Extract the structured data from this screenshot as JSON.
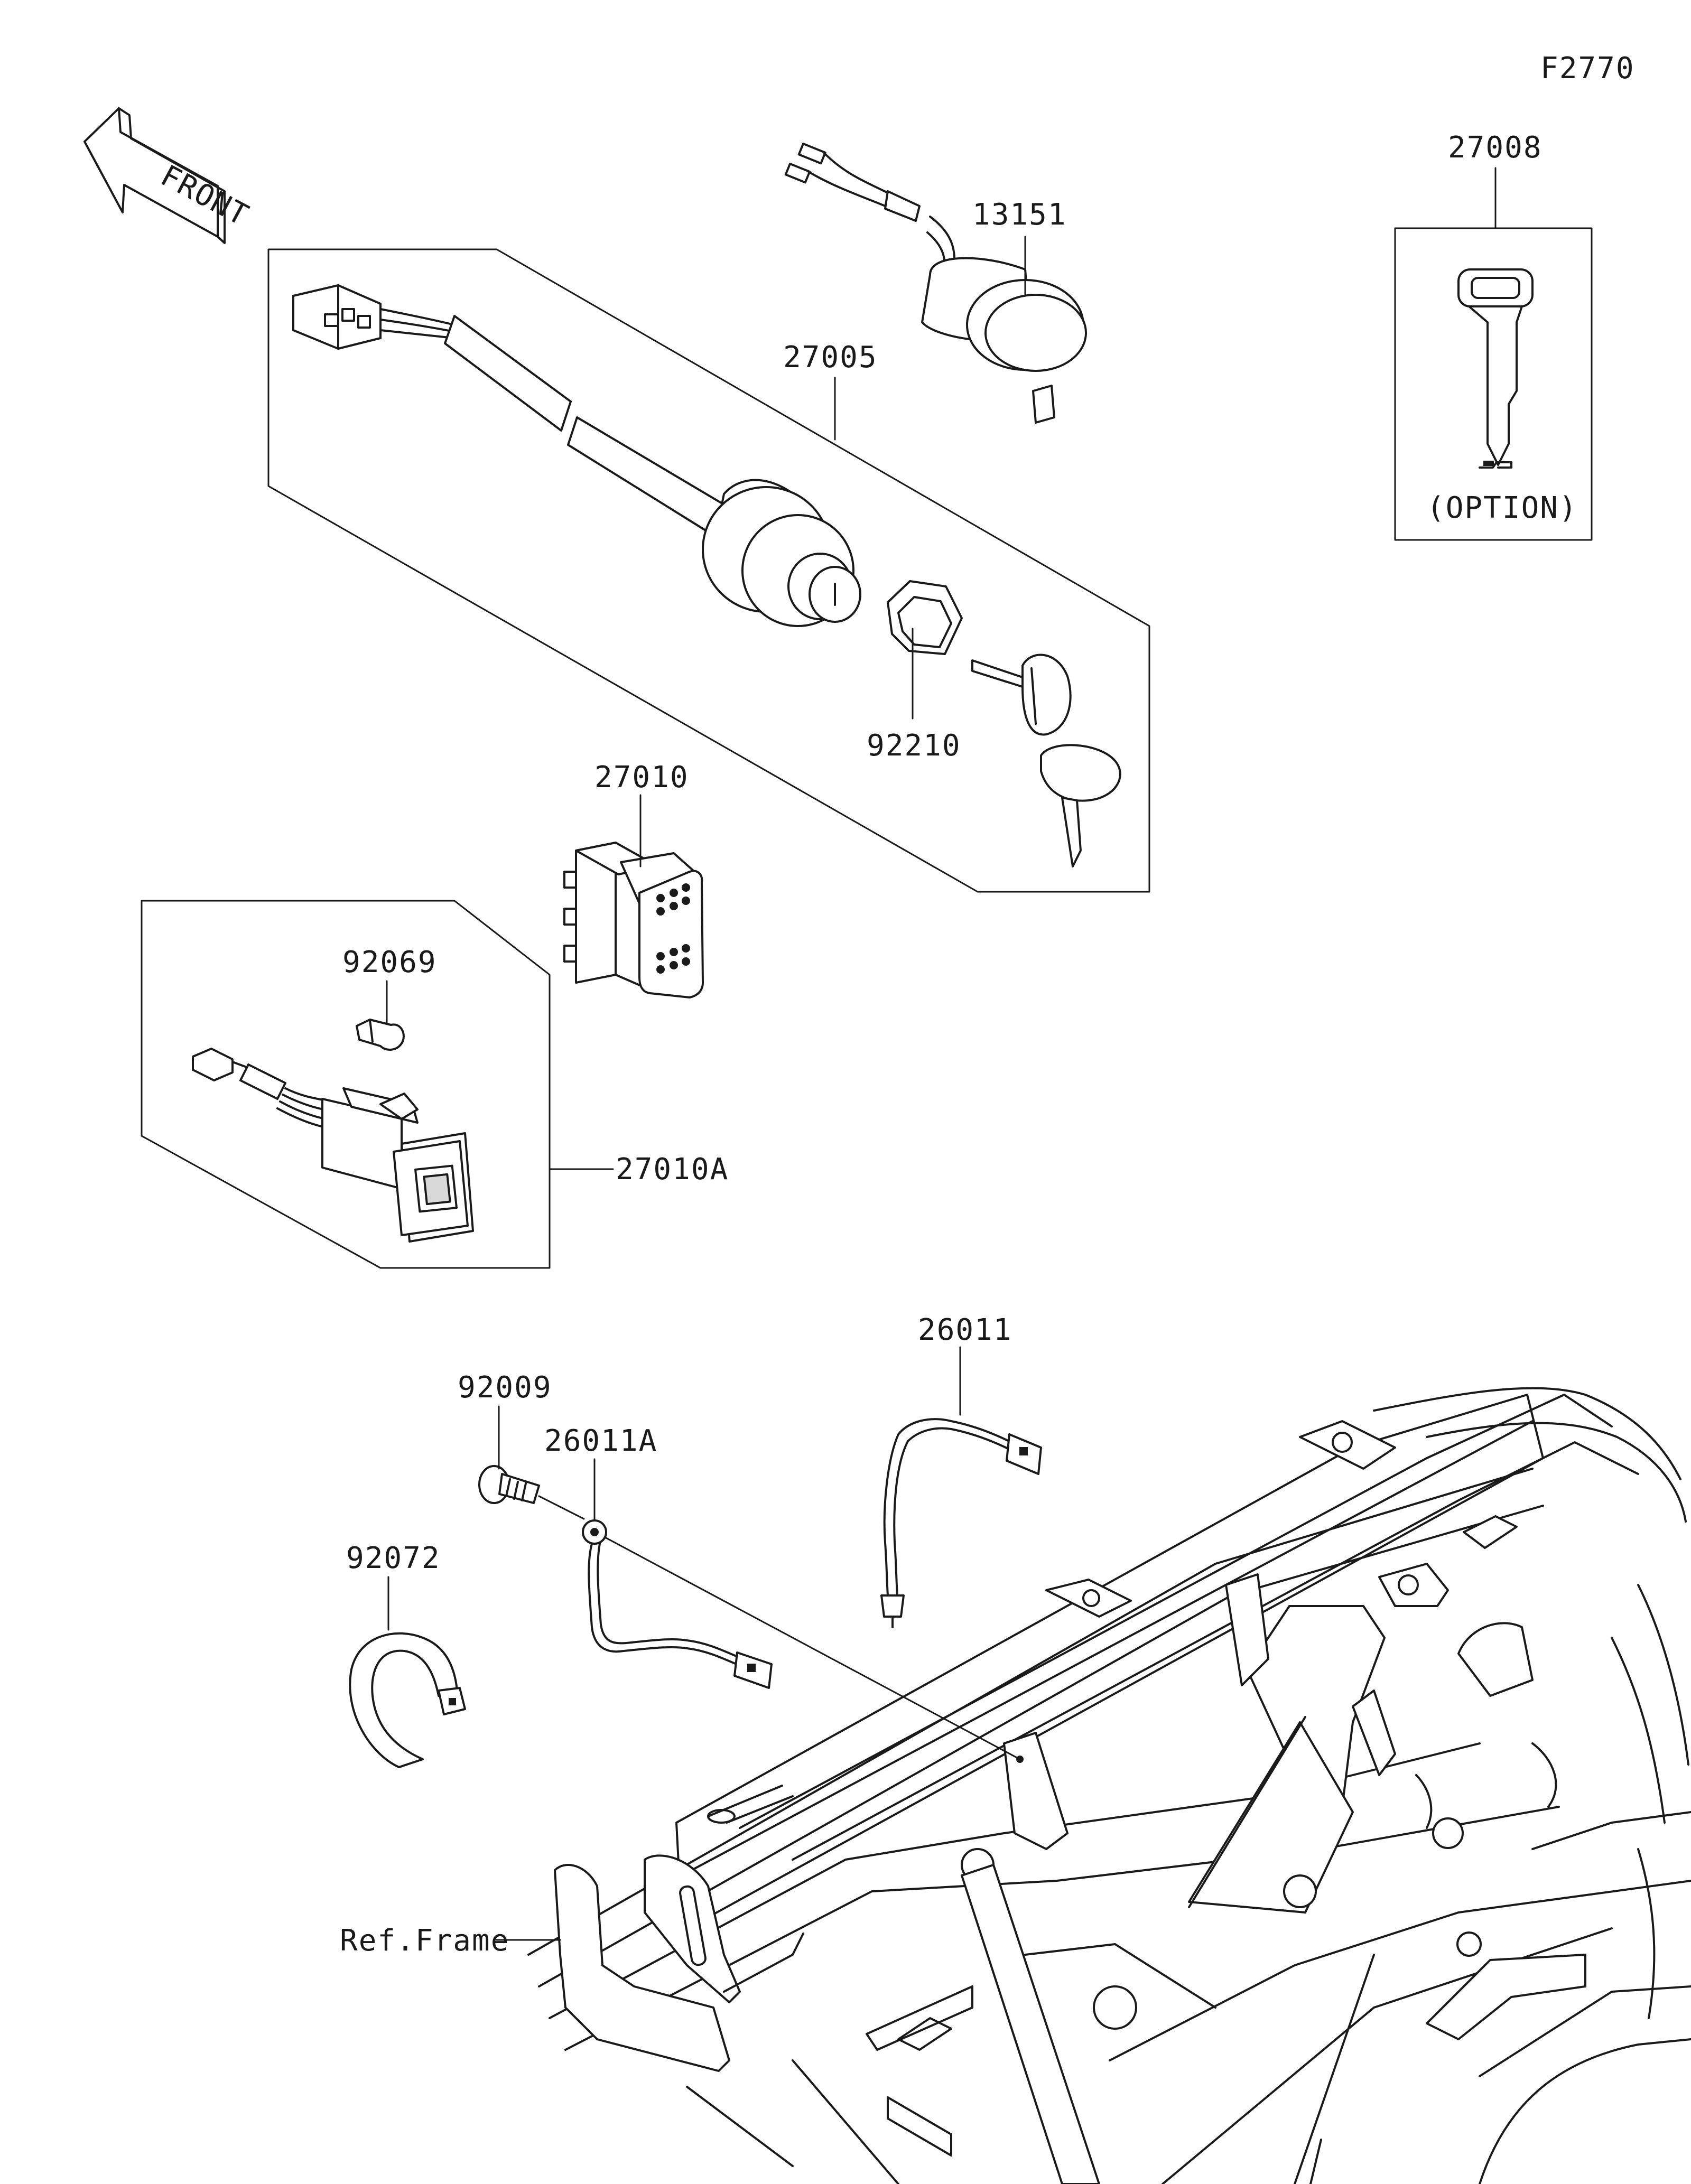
{
  "diagram_id": "F2770",
  "front_label": "FRONT",
  "callouts": {
    "p13151": "13151",
    "p27005": "27005",
    "p27008": "27008",
    "p92210": "92210",
    "p27010": "27010",
    "p92069": "92069",
    "p27010A": "27010A",
    "p26011": "26011",
    "p92009": "92009",
    "p26011A": "26011A",
    "p92072": "92072"
  },
  "option_label": "(OPTION)",
  "ref_frame_label": "Ref.Frame",
  "icons": [
    "front-arrow-icon",
    "option-marker-icon"
  ]
}
